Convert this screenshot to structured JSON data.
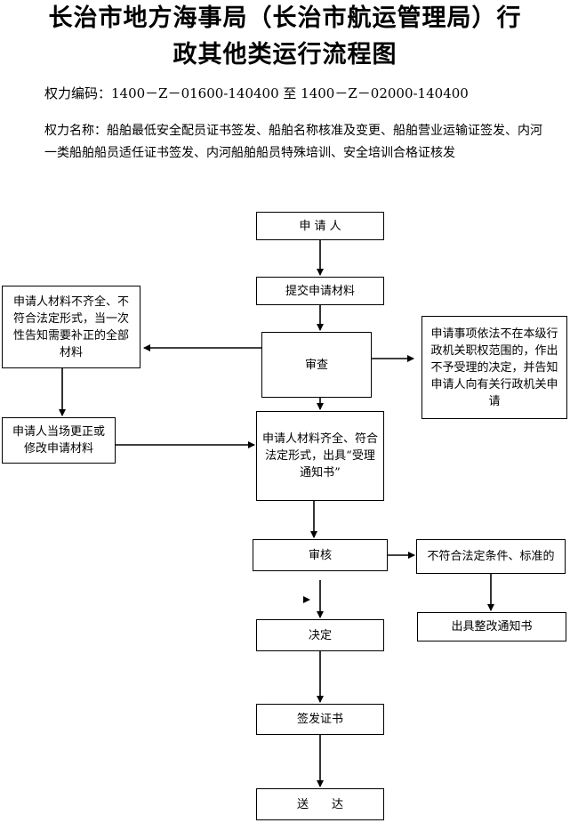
{
  "header": {
    "title_line1": "长治市地方海事局（长治市航运管理局）行",
    "title_line2": "政其他类运行流程图",
    "power_code": "权力编码：1400－Z－01600-140400 至 1400－Z－02000-140400",
    "power_name": "权力名称：船舶最低安全配员证书签发、船舶名称核准及变更、船舶营业运输证签发、内河一类船舶船员适任证书签发、内河船舶船员特殊培训、安全培训合格证核发"
  },
  "flow": {
    "applicant": "申 请 人",
    "submit": "提交申请材料",
    "review": "审查",
    "incomplete": "申请人材料不齐全、不符合法定形式，当一次性告知需要补正的全部材料",
    "correct": "申请人当场更正或修改申请材料",
    "not_in_scope": "申请事项依法不在本级行政机关职权范围的，作出不予受理的决定，并告知申请人向有关行政机关申请",
    "accepted": "申请人材料齐全、符合法定形式，出具“受理通知书”",
    "audit": "审核",
    "not_compliant": "不符合法定条件、标准的",
    "rectify_notice": "出具整改通知书",
    "decision": "决定",
    "issue_cert": "签发证书",
    "deliver": "送　　达"
  }
}
